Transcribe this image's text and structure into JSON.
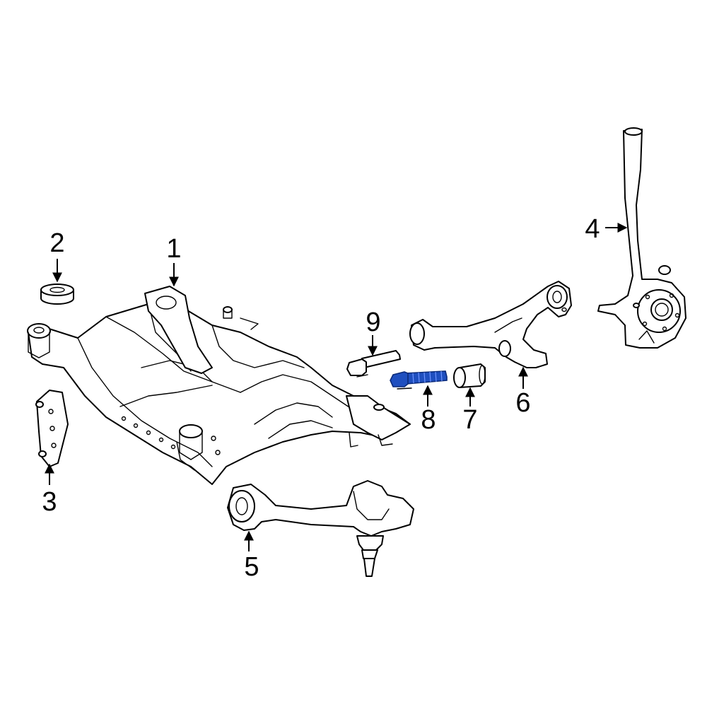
{
  "colors": {
    "line": "#000000",
    "background": "#ffffff",
    "highlight": "#1f4fbf",
    "highlight_stroke": "#0b2a78"
  },
  "callouts": [
    {
      "id": "1",
      "label": "1"
    },
    {
      "id": "2",
      "label": "2"
    },
    {
      "id": "3",
      "label": "3"
    },
    {
      "id": "4",
      "label": "4"
    },
    {
      "id": "5",
      "label": "5"
    },
    {
      "id": "6",
      "label": "6"
    },
    {
      "id": "7",
      "label": "7"
    },
    {
      "id": "8",
      "label": "8",
      "highlighted": true
    },
    {
      "id": "9",
      "label": "9"
    }
  ]
}
